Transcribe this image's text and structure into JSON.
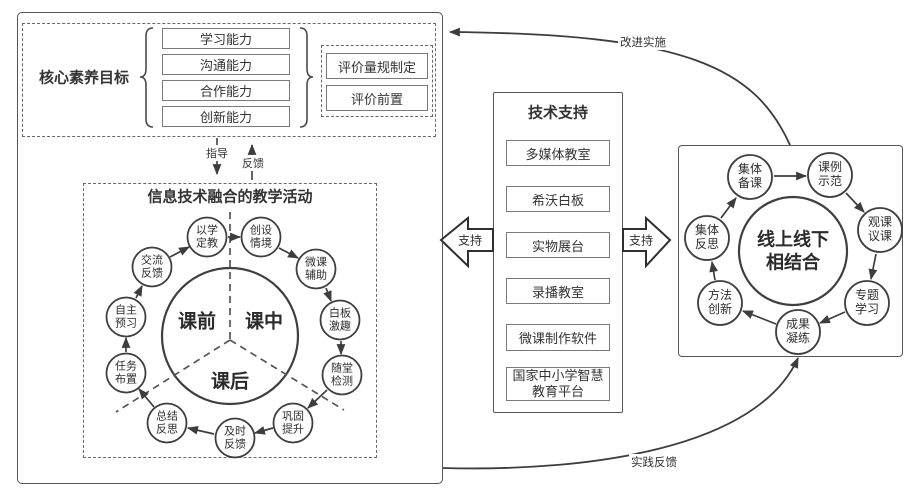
{
  "left_panel": {
    "goal_section": {
      "title": "核心素养目标",
      "abilities": [
        "学习能力",
        "沟通能力",
        "合作能力",
        "创新能力"
      ],
      "evaluation_items": [
        "评价量规制定",
        "评价前置"
      ]
    },
    "guide_label": "指导",
    "feedback_label": "反馈",
    "activity_section": {
      "title": "信息技术融合的教学活动",
      "phases": [
        "课前",
        "课中",
        "课后"
      ],
      "cycle_nodes": [
        "以学定教",
        "创设情境",
        "微课辅助",
        "白板激趣",
        "随堂检测",
        "巩固提升",
        "及时反馈",
        "总结反思",
        "任务布置",
        "自主预习",
        "交流反馈"
      ]
    }
  },
  "tech_panel": {
    "title": "技术支持",
    "items": [
      "多媒体教室",
      "希沃白板",
      "实物展台",
      "录播教室",
      "微课制作软件",
      "国家中小学智慧教育平台"
    ],
    "support_left": "支持",
    "support_right": "支持"
  },
  "research_panel": {
    "center_label": "线上线下相结合",
    "cycle_nodes": [
      "集体备课",
      "课例示范",
      "观课议课",
      "专题学习",
      "成果凝练",
      "方法创新",
      "集体反思"
    ]
  },
  "flows": {
    "improve_label": "改进实施",
    "practice_label": "实践反馈"
  },
  "colors": {
    "stroke": "#4a4a4a",
    "text": "#333333",
    "background": "#ffffff"
  }
}
